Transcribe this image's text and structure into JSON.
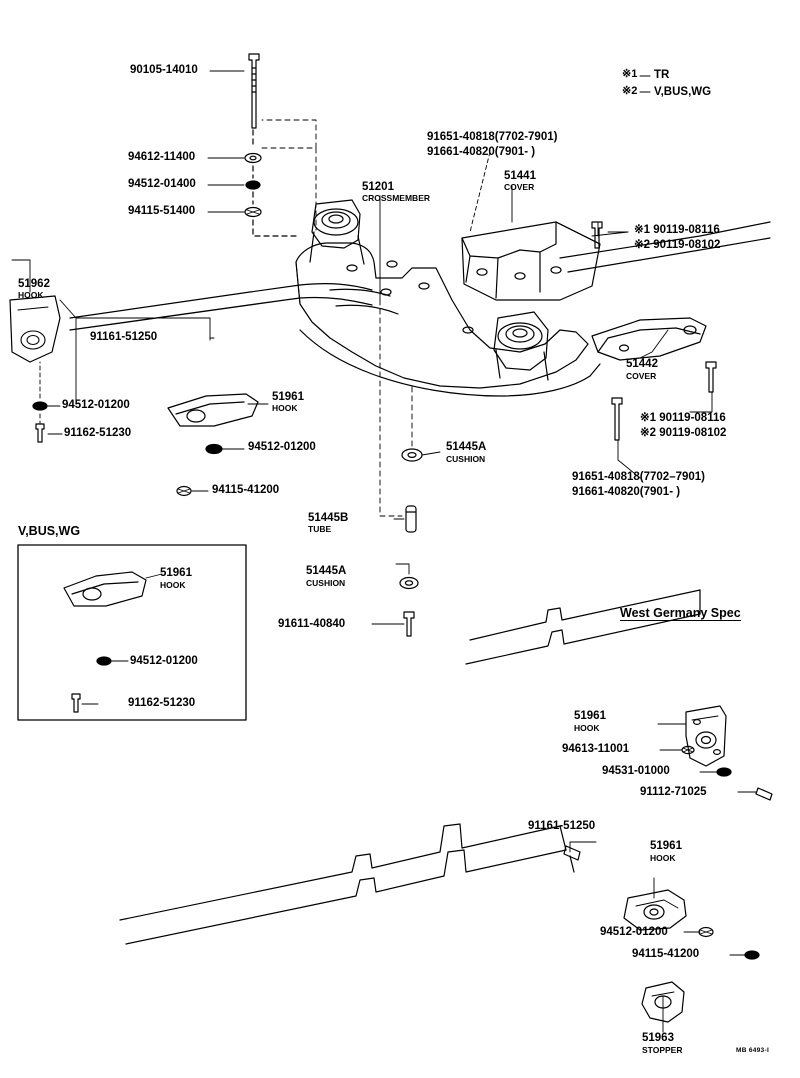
{
  "diagram": {
    "title_corner": "MB 6493-I",
    "legend": {
      "line1": "TR",
      "line2": "V,BUS,WG",
      "mark1": "※1",
      "mark2": "※2"
    },
    "inset_title": "V,BUS,WG",
    "spec_title": "West Germany Spec"
  },
  "labels": [
    {
      "id": "l1",
      "text": "90105-14010",
      "sub": ""
    },
    {
      "id": "l2",
      "text": "94612-11400",
      "sub": ""
    },
    {
      "id": "l3",
      "text": "94512-01400",
      "sub": ""
    },
    {
      "id": "l4",
      "text": "94115-51400",
      "sub": ""
    },
    {
      "id": "l5",
      "text": "51201",
      "sub": "CROSSMEMBER"
    },
    {
      "id": "l6",
      "text": "51441",
      "sub": "COVER"
    },
    {
      "id": "l7",
      "text": "91651-40818(7702-7901)",
      "sub": ""
    },
    {
      "id": "l8",
      "text": "91661-40820(7901-       )",
      "sub": ""
    },
    {
      "id": "l9",
      "text": "※1 90119-08116",
      "sub": ""
    },
    {
      "id": "l10",
      "text": "※2 90119-08102",
      "sub": ""
    },
    {
      "id": "l11",
      "text": "51962",
      "sub": "HOOK"
    },
    {
      "id": "l12",
      "text": "91161-51250",
      "sub": ""
    },
    {
      "id": "l13",
      "text": "51961",
      "sub": "HOOK"
    },
    {
      "id": "l14",
      "text": "94512-01200",
      "sub": ""
    },
    {
      "id": "l15",
      "text": "91162-51230",
      "sub": ""
    },
    {
      "id": "l16",
      "text": "94512-01200",
      "sub": ""
    },
    {
      "id": "l17",
      "text": "94115-41200",
      "sub": ""
    },
    {
      "id": "l18",
      "text": "51445A",
      "sub": "CUSHION"
    },
    {
      "id": "l19",
      "text": "51445B",
      "sub": "TUBE"
    },
    {
      "id": "l20",
      "text": "51442",
      "sub": "COVER"
    },
    {
      "id": "l21",
      "text": "※1 90119-08116",
      "sub": ""
    },
    {
      "id": "l22",
      "text": "※2 90119-08102",
      "sub": ""
    },
    {
      "id": "l23",
      "text": "91651-40818(7702–7901)",
      "sub": ""
    },
    {
      "id": "l24",
      "text": "91661-40820(7901-        )",
      "sub": ""
    },
    {
      "id": "l25",
      "text": "51961",
      "sub": "HOOK"
    },
    {
      "id": "l26",
      "text": "94512-01200",
      "sub": ""
    },
    {
      "id": "l27",
      "text": "91162-51230",
      "sub": ""
    },
    {
      "id": "l28",
      "text": "51445A",
      "sub": "CUSHION"
    },
    {
      "id": "l29",
      "text": "91611-40840",
      "sub": ""
    },
    {
      "id": "l30",
      "text": "51961",
      "sub": "HOOK"
    },
    {
      "id": "l31",
      "text": "94613-11001",
      "sub": ""
    },
    {
      "id": "l32",
      "text": "94531-01000",
      "sub": ""
    },
    {
      "id": "l33",
      "text": "91112-71025",
      "sub": ""
    },
    {
      "id": "l34",
      "text": "91161-51250",
      "sub": ""
    },
    {
      "id": "l35",
      "text": "51961",
      "sub": "HOOK"
    },
    {
      "id": "l36",
      "text": "94512-01200",
      "sub": ""
    },
    {
      "id": "l37",
      "text": "94115-41200",
      "sub": ""
    },
    {
      "id": "l38",
      "text": "51963",
      "sub": "STOPPER"
    }
  ]
}
